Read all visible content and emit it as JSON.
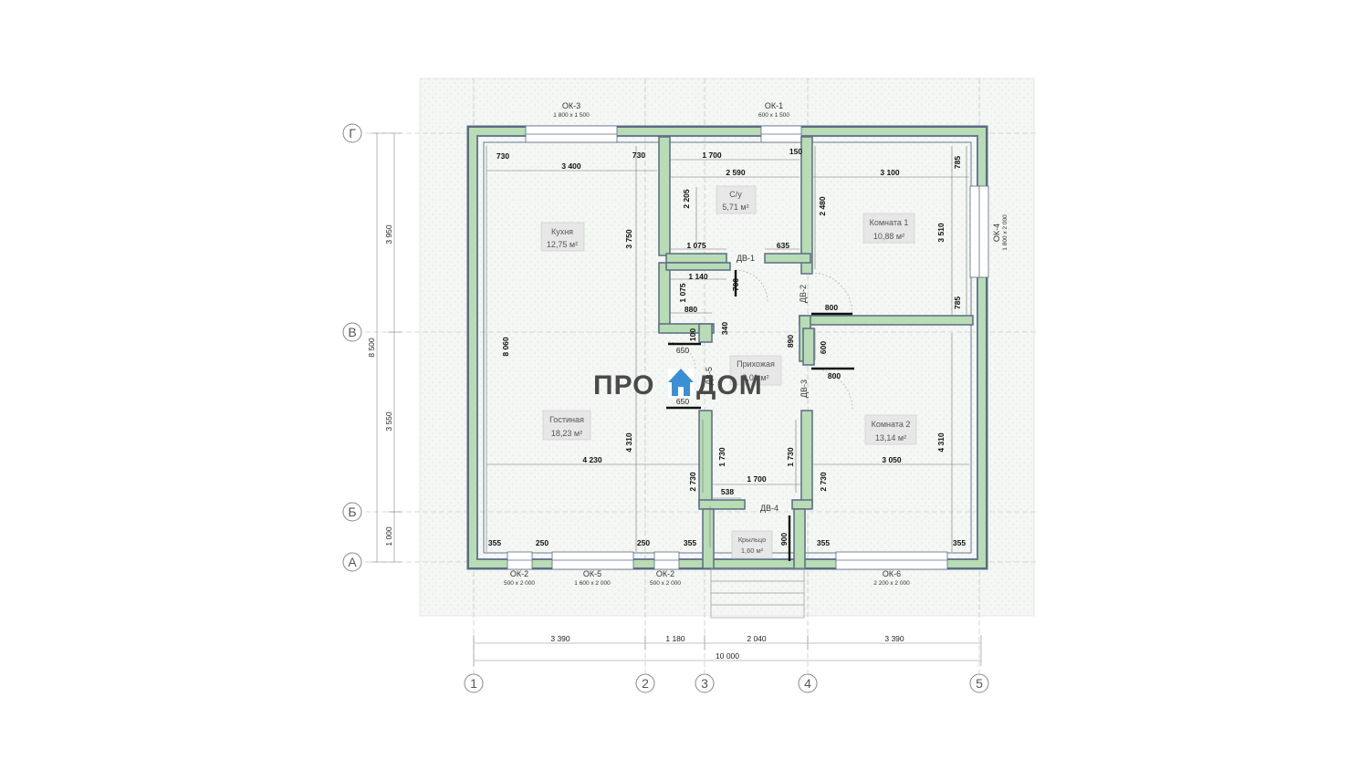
{
  "logo": {
    "left": "ПРО",
    "right": "ДОМ"
  },
  "axes": {
    "columns": [
      "1",
      "2",
      "3",
      "4",
      "5"
    ],
    "rows": [
      "Г",
      "В",
      "Б",
      "А"
    ]
  },
  "rooms": [
    {
      "name": "Кухня",
      "area": "12,75 м²"
    },
    {
      "name": "С/у",
      "area": "5,71 м²"
    },
    {
      "name": "Комната 1",
      "area": "10,88 м²"
    },
    {
      "name": "Прихожая",
      "area": "8,01 м²"
    },
    {
      "name": "Гостиная",
      "area": "18,23 м²"
    },
    {
      "name": "Комната 2",
      "area": "13,14 м²"
    },
    {
      "name": "Крыльцо",
      "area": "1,60 м²"
    }
  ],
  "windows": [
    {
      "code": "ОК-3",
      "size": "1 800 х 1 500"
    },
    {
      "code": "ОК-1",
      "size": "600 х 1 500"
    },
    {
      "code": "ОК-4",
      "size": "1 800 х 2 000"
    },
    {
      "code": "ОК-2",
      "size": "500 х 2 000"
    },
    {
      "code": "ОК-5",
      "size": "1 600 х 2 000"
    },
    {
      "code": "ОК-2",
      "size": "500 х 2 000"
    },
    {
      "code": "ОК-6",
      "size": "2 200 х 2 000"
    }
  ],
  "doors": [
    "ДВ-1",
    "ДВ-2",
    "ДВ-3",
    "ДВ-4",
    "ДВ-5"
  ],
  "bottom_dims": {
    "segments": [
      "3 390",
      "1 180",
      "2 040",
      "3 390"
    ],
    "total": "10 000"
  },
  "left_dims": {
    "segments": [
      "3 950",
      "3 550",
      "1 000"
    ],
    "total": "8 500"
  },
  "inner_dims": [
    "730",
    "730",
    "3 400",
    "1 700",
    "150",
    "2 590",
    "3 100",
    "785",
    "2 205",
    "3 750",
    "2 480",
    "3 510",
    "1 075",
    "635",
    "1 140",
    "1 075",
    "700",
    "880",
    "340",
    "100",
    "650",
    "650",
    "800",
    "890",
    "600",
    "800",
    "785",
    "8 060",
    "4 310",
    "1 730",
    "1 730",
    "4 310",
    "4 230",
    "2 730",
    "1 700",
    "2 730",
    "3 050",
    "538",
    "900",
    "355",
    "250",
    "250",
    "355",
    "355",
    "355"
  ],
  "colors": {
    "wall_outer": "#5a6b84",
    "wall_insulation": "#b8dcb4",
    "wall_inner": "#6a7a92",
    "site_fill": "#f2f5f2",
    "axis_line": "#9a9a9a",
    "logo_accent": "#3b8fd6"
  }
}
